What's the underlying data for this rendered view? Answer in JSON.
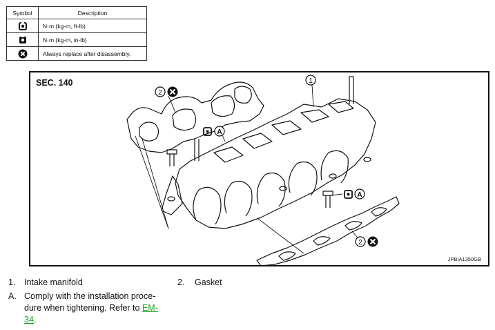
{
  "symbol_table": {
    "header_symbol": "Symbol",
    "header_description": "Description",
    "rows": [
      {
        "icon": "torque-wrench-icon",
        "description": "N·m (kg-m, ft-lb)"
      },
      {
        "icon": "torque-wrench-small-icon",
        "description": "N·m (kg-m, in-lb)"
      },
      {
        "icon": "always-replace-icon",
        "description": "Always replace after disassembly."
      }
    ]
  },
  "diagram": {
    "section": "SEC. 140",
    "image_code": "JPBIA1350GB",
    "callouts": {
      "one": "1",
      "two": "2",
      "A": "A"
    }
  },
  "legend": {
    "item1_num": "1.",
    "item1_text": "Intake manifold",
    "item2_num": "2.",
    "item2_text": "Gasket",
    "itemA_num": "A.",
    "itemA_text": "Comply with the installation proce-dure when tightening. Refer to",
    "itemA_link_line1": "EM-",
    "itemA_link_line2": "34",
    "itemA_end": "."
  },
  "colors": {
    "link": "#1ca31c",
    "line": "#111111"
  }
}
